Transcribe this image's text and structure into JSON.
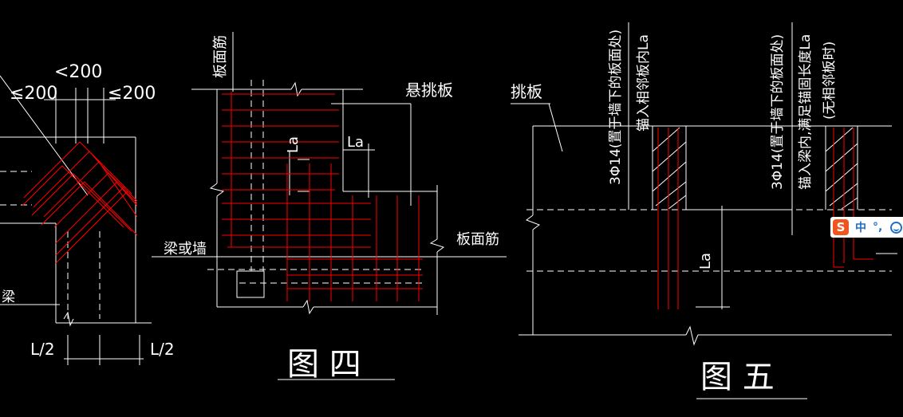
{
  "fig1": {
    "dim_top": "<200",
    "dim_left": "≤200",
    "dim_right": "≤200",
    "label_beam": "梁",
    "dim_bottom_left": "L/2",
    "dim_bottom_right": "L/2"
  },
  "fig4": {
    "label_slab_rebar_top": "板面筋",
    "label_cantilever": "悬挑板",
    "dim_la_vertical": "La",
    "dim_la_horizontal": "La",
    "label_beam_or_wall": "梁或墙",
    "label_slab_rebar_right": "板面筋",
    "caption": "图 四"
  },
  "fig5": {
    "label_cantilever": "挑板",
    "note_left_line1": "3Φ14(置于墙下的板面处)",
    "note_left_line2": "锚入相邻板内La",
    "note_right_line1": "3Φ14(置于墙下的板面处)",
    "note_right_line2": "锚入梁内,满足锚固长度La",
    "note_right_line3": "(无相邻板时)",
    "dim_la": "La",
    "caption": "图 五"
  },
  "ime_toolbar": {
    "logo": "S",
    "mode": "中",
    "punct": "°,"
  },
  "colors": {
    "background": "#000000",
    "linework": "#ffffff",
    "rebar": "#ff0000"
  }
}
